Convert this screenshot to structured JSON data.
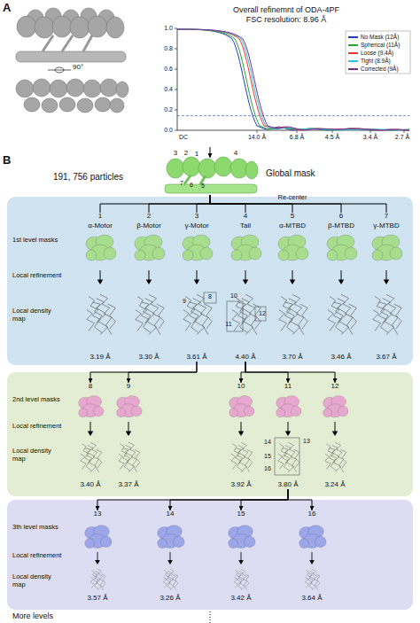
{
  "diagram": {
    "nodes": [
      {
        "text": [
          "Overall refinemnt of ODA-4PF",
          "FSC resolution: 8.96 Å"
        ]
      },
      {
        "text": [
          "Global mask"
        ]
      },
      {
        "text": [
          "1st level masks",
          "Local refinement",
          "Local density map"
        ]
      },
      {
        "text": [
          "1",
          "α-Motor",
          "3.19 Å"
        ],
        "in": 2
      },
      {
        "text": [
          "2",
          "β-Motor",
          "3.30 Å"
        ],
        "in": 2
      },
      {
        "text": [
          "3",
          "γ-Motor",
          "3.61 Å"
        ],
        "in": 2
      },
      {
        "text": [
          "4",
          "Tail",
          "4.40 Å"
        ],
        "in": 2
      },
      {
        "text": [
          "5",
          "α-MTBD",
          "3.70 Å"
        ],
        "in": 2
      },
      {
        "text": [
          "6",
          "β-MTBD",
          "3.46 Å"
        ],
        "in": 2
      },
      {
        "text": [
          "7",
          "γ-MTBD",
          "3.67 Å"
        ],
        "in": 2
      },
      {
        "text": [
          "2nd level masks",
          "Local refinement",
          "Local density map"
        ]
      },
      {
        "text": [
          "8",
          "3.40 Å"
        ],
        "in": 10
      },
      {
        "text": [
          "9",
          "3.37 Å"
        ],
        "in": 10
      },
      {
        "text": [
          "10",
          "3.92 Å"
        ],
        "in": 10
      },
      {
        "text": [
          "11",
          "3.80 Å"
        ],
        "in": 10
      },
      {
        "text": [
          "12",
          "3.24 Å"
        ],
        "in": 10
      },
      {
        "text": [
          "3th level masks",
          "Local refinement",
          "Local density map"
        ]
      },
      {
        "text": [
          "13",
          "3.57 Å"
        ],
        "in": 16
      },
      {
        "text": [
          "14",
          "3.26 Å"
        ],
        "in": 16
      },
      {
        "text": [
          "15",
          "3.42 Å"
        ],
        "in": 16
      },
      {
        "text": [
          "16",
          "3.64 Å"
        ],
        "in": 16
      }
    ],
    "edges": [
      {
        "from": 0,
        "to": 1,
        "arrow": "to"
      },
      {
        "from": 1,
        "to": 3,
        "arrow": "none"
      },
      {
        "from": 1,
        "to": 4,
        "arrow": "none"
      },
      {
        "from": 1,
        "to": 5,
        "arrow": "none"
      },
      {
        "from": 1,
        "to": 6,
        "arrow": "none"
      },
      {
        "from": 1,
        "to": 7,
        "arrow": "none"
      },
      {
        "from": 1,
        "to": 8,
        "arrow": "none"
      },
      {
        "from": 1,
        "to": 9,
        "arrow": "none"
      },
      {
        "from": 5,
        "to": 11,
        "arrow": "to"
      },
      {
        "from": 5,
        "to": 12,
        "arrow": "to"
      },
      {
        "from": 6,
        "to": 13,
        "arrow": "to"
      },
      {
        "from": 6,
        "to": 14,
        "arrow": "to"
      },
      {
        "from": 6,
        "to": 15,
        "arrow": "to"
      },
      {
        "from": 14,
        "to": 17,
        "arrow": "to"
      },
      {
        "from": 14,
        "to": 18,
        "arrow": "to"
      },
      {
        "from": 14,
        "to": 19,
        "arrow": "to"
      },
      {
        "from": 14,
        "to": 20,
        "arrow": "to"
      }
    ],
    "labels": [
      "A",
      "90°",
      "1.0",
      "0.8",
      "0.6",
      "0.4",
      "0.2",
      "0.0",
      "DC",
      "14.0 Å",
      "6.8 Å",
      "4.5 Å",
      "3.4 Å",
      "2.7 Å",
      "B",
      "191, 756 particles",
      "3",
      "2",
      "1",
      "4",
      "7",
      "6",
      "5",
      "Re-center",
      "9",
      "8",
      "10",
      "11",
      "12",
      "14",
      "13",
      "15",
      "16",
      "More levels"
    ],
    "legend": [
      {
        "text": "No Mask (12Å)",
        "color": "#1f3fbf"
      },
      {
        "text": "Spherical (11Å)",
        "color": "#2ca02c"
      },
      {
        "text": "Loose (9.4Å)",
        "color": "#e8352b"
      },
      {
        "text": "Tight (8.9Å)",
        "color": "#27c6d9"
      },
      {
        "text": "Corrected (9Å)",
        "color": "#7b2d8e"
      }
    ]
  }
}
